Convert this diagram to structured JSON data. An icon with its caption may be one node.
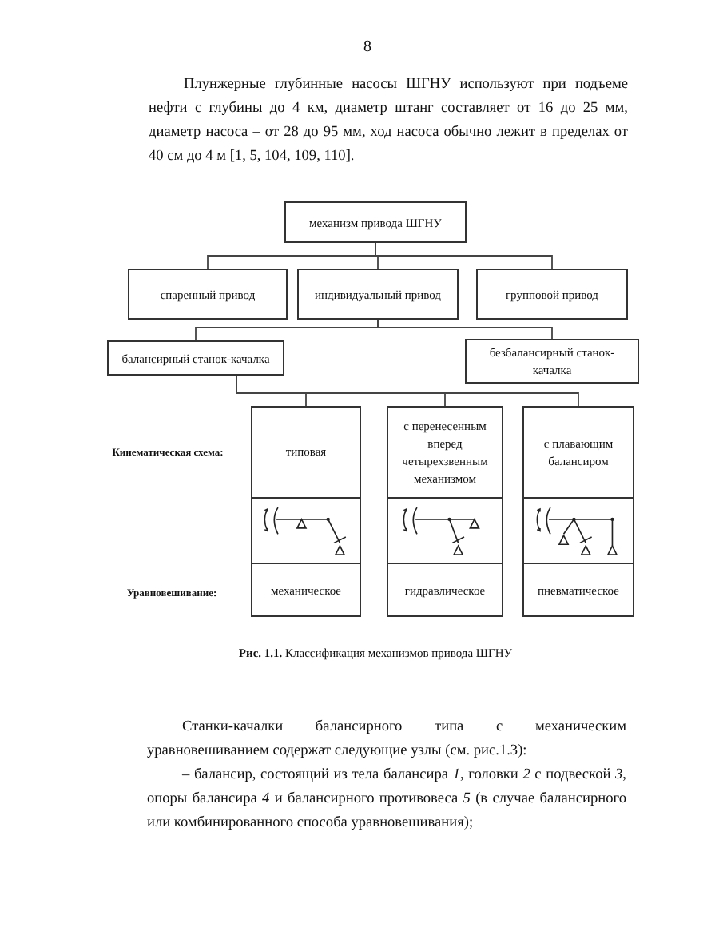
{
  "diagram": {
    "caption": "**Рис. 1.1.** Классификация механизмов привода ШГНУ",
    "nodes": [
      {
        "text": [
          "механизм привода ШГНУ"
        ]
      },
      {
        "text": [
          "спаренный привод"
        ]
      },
      {
        "text": [
          "индивидуальный привод"
        ]
      },
      {
        "text": [
          "групповой привод"
        ]
      },
      {
        "text": [
          "балансирный станок-качалка"
        ]
      },
      {
        "text": [
          "безбалансирный станок-качалка"
        ]
      },
      {
        "text": [
          "типовая",
          "механическое"
        ]
      },
      {
        "text": [
          "с перенесенным вперед четырехзвенным механизмом",
          "гидравлическое"
        ]
      },
      {
        "text": [
          "с плавающим балансиром",
          "пневматическое"
        ]
      }
    ],
    "edges": [
      {
        "from": 0,
        "to": 1,
        "arrow": "none"
      },
      {
        "from": 0,
        "to": 2,
        "arrow": "none"
      },
      {
        "from": 0,
        "to": 3,
        "arrow": "none"
      },
      {
        "from": 2,
        "to": 4,
        "arrow": "none"
      },
      {
        "from": 2,
        "to": 5,
        "arrow": "none"
      },
      {
        "from": 4,
        "to": 6,
        "arrow": "none"
      },
      {
        "from": 4,
        "to": 7,
        "arrow": "none"
      },
      {
        "from": 4,
        "to": 8,
        "arrow": "none"
      }
    ],
    "labels": [
      "8",
      "Плунжерные глубинные насосы ШГНУ используют при подъеме нефти с глубины до 4 км, диаметр штанг составляет от 16 до 25 мм, диаметр насоса – от 28 до 95 мм, ход насоса обычно лежит в пределах от 40 см до 4 м [1, 5, 104, 109, 110].",
      "Кинематическая схема:",
      "Уравновешивание:",
      "Станки-качалки балансирного типа с механическим уравновешиванием содержат следующие узлы (см. рис.1.3):",
      "– балансир, состоящий из тела балансира *1*, головки *2* с подвеской *3*, опоры балансира *4* и балансирного противовеса *5* (в случае балансирного или комбинированного способа уравновешивания);"
    ]
  }
}
